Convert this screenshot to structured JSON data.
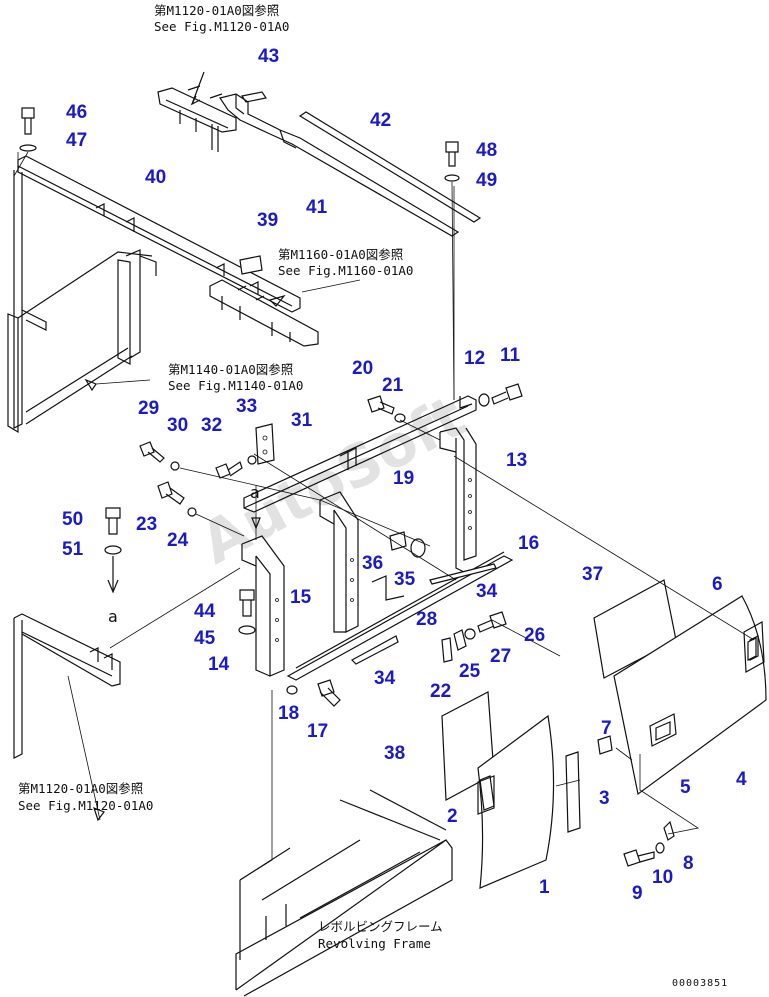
{
  "diagram": {
    "references": {
      "top_jp": "第M1120-01A0図参照",
      "top_en": "See Fig.M1120-01A0",
      "mid_jp": "第M1160-01A0図参照",
      "mid_en": "See Fig.M1160-01A0",
      "left_jp": "第M1140-01A0図参照",
      "left_en": "See Fig.M1140-01A0",
      "bottom_left_jp": "第M1120-01A0図参照",
      "bottom_left_en": "See Fig.M1120-01A0",
      "frame_jp": "レボルビングフレーム",
      "frame_en": "Revolving Frame"
    },
    "letters": {
      "a_top": "a",
      "a_bottom": "a"
    },
    "watermark": "AutoSoft",
    "drawing_code": "00003851",
    "part_numbers": {
      "p1": "1",
      "p2": "2",
      "p3": "3",
      "p4": "4",
      "p5": "5",
      "p6": "6",
      "p7": "7",
      "p8": "8",
      "p9": "9",
      "p10": "10",
      "p11": "11",
      "p12": "12",
      "p13": "13",
      "p14": "14",
      "p15": "15",
      "p16": "16",
      "p17": "17",
      "p18": "18",
      "p19": "19",
      "p20": "20",
      "p21": "21",
      "p22": "22",
      "p23": "23",
      "p24": "24",
      "p25": "25",
      "p26": "26",
      "p27": "27",
      "p28": "28",
      "p29": "29",
      "p30": "30",
      "p31": "31",
      "p32": "32",
      "p33": "33",
      "p34a": "34",
      "p34b": "34",
      "p35": "35",
      "p36": "36",
      "p37": "37",
      "p38": "38",
      "p39": "39",
      "p40": "40",
      "p41": "41",
      "p42": "42",
      "p43": "43",
      "p44": "44",
      "p45": "45",
      "p46": "46",
      "p47": "47",
      "p48": "48",
      "p49": "49",
      "p50": "50",
      "p51": "51"
    },
    "colors": {
      "part_number": "#1a1acc",
      "line": "#111111",
      "background": "#ffffff"
    }
  }
}
